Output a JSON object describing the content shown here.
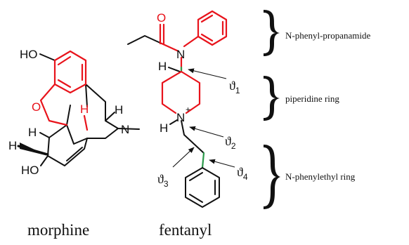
{
  "colors": {
    "bond_black": "#111111",
    "highlight_red": "#e8131b",
    "highlight_green": "#2b9a4a"
  },
  "atoms": {
    "ho_top": "HO",
    "o_ring": "O",
    "h_red": "H",
    "h_right": "H",
    "n_morphine": "N",
    "h_left": "H",
    "h_far": "H",
    "ho_bottom": "HO",
    "o_carbonyl": "O",
    "n_amide": "N",
    "h_piperidine": "H",
    "n_piperidine": "N",
    "plus": "+",
    "h_nh": "H"
  },
  "theta_symbol": "ϑ",
  "dihedrals": [
    {
      "sub": "1"
    },
    {
      "sub": "2"
    },
    {
      "sub": "3"
    },
    {
      "sub": "4"
    }
  ],
  "annotations": {
    "amide": "N-phenyl-propanamide",
    "piperidine": "piperidine ring",
    "phenylethyl": "N-phenylethyl ring"
  },
  "captions": {
    "morphine": "morphine",
    "fentanyl": "fentanyl"
  }
}
